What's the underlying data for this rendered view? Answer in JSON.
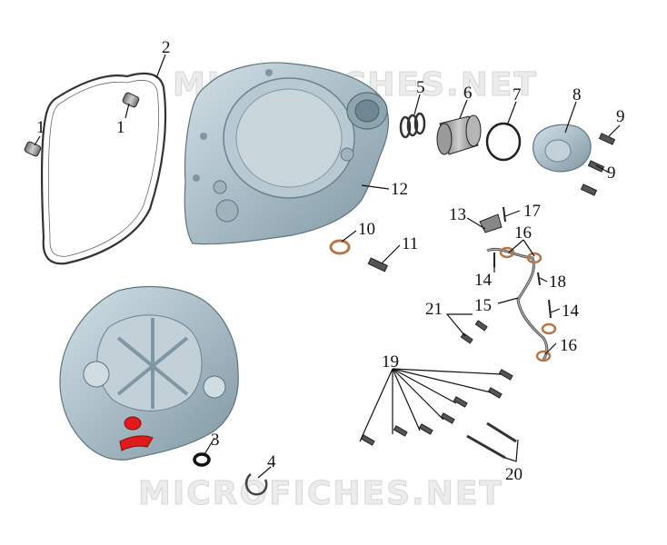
{
  "watermark": "MICROFICHES.NET",
  "colors": {
    "cover": "#a9bcc6",
    "cover_edge": "#5d7480",
    "seal_ring": "#b5764a",
    "red_marker": "#e01b1b"
  },
  "callouts": [
    "1",
    "1",
    "2",
    "3",
    "4",
    "5",
    "6",
    "7",
    "8",
    "9",
    "9",
    "10",
    "11",
    "12",
    "13",
    "14",
    "14",
    "15",
    "16",
    "16",
    "17",
    "18",
    "19",
    "20",
    "21"
  ]
}
